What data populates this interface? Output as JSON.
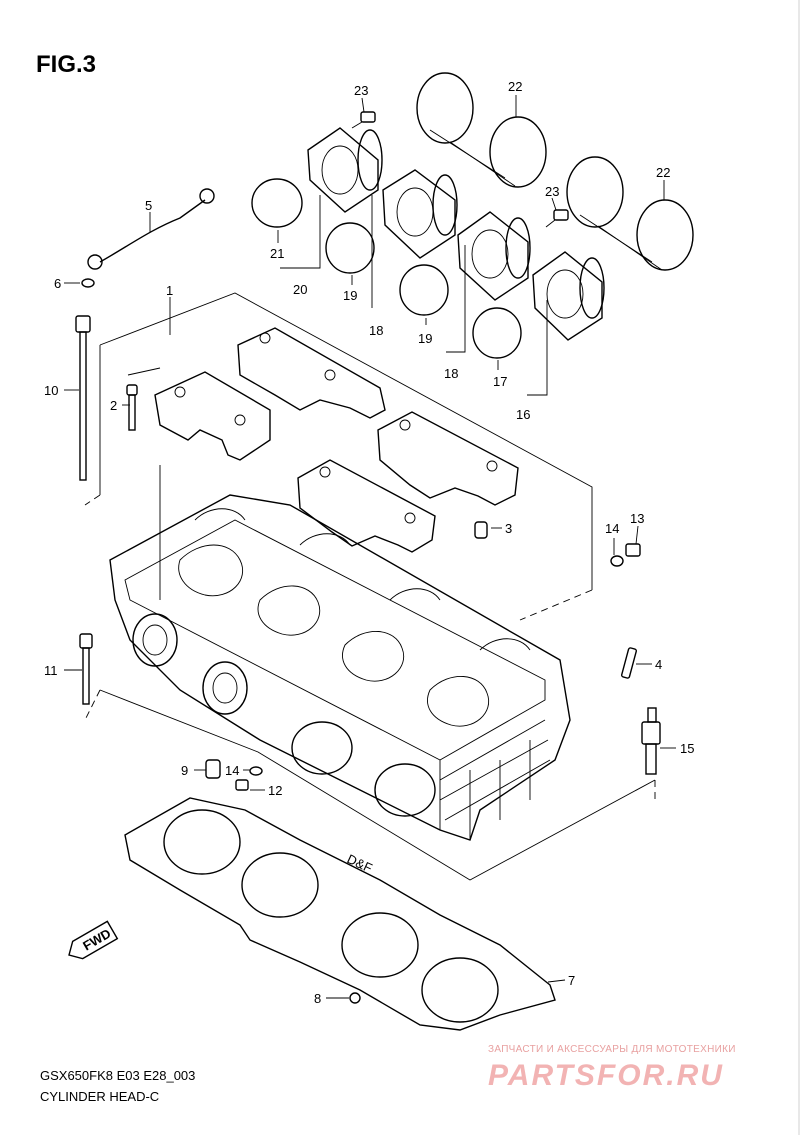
{
  "figure_title": "FIG.3",
  "callouts": [
    {
      "id": "c1",
      "text": "1"
    },
    {
      "id": "c2",
      "text": "2"
    },
    {
      "id": "c3",
      "text": "3"
    },
    {
      "id": "c4",
      "text": "4"
    },
    {
      "id": "c5",
      "text": "5"
    },
    {
      "id": "c6",
      "text": "6"
    },
    {
      "id": "c7",
      "text": "7"
    },
    {
      "id": "c8",
      "text": "8"
    },
    {
      "id": "c9",
      "text": "9"
    },
    {
      "id": "c10",
      "text": "10"
    },
    {
      "id": "c11",
      "text": "11"
    },
    {
      "id": "c12",
      "text": "12"
    },
    {
      "id": "c13",
      "text": "13"
    },
    {
      "id": "c14a",
      "text": "14"
    },
    {
      "id": "c14b",
      "text": "14"
    },
    {
      "id": "c15",
      "text": "15"
    },
    {
      "id": "c16",
      "text": "16"
    },
    {
      "id": "c17",
      "text": "17"
    },
    {
      "id": "c18a",
      "text": "18"
    },
    {
      "id": "c18b",
      "text": "18"
    },
    {
      "id": "c19a",
      "text": "19"
    },
    {
      "id": "c19b",
      "text": "19"
    },
    {
      "id": "c20",
      "text": "20"
    },
    {
      "id": "c21",
      "text": "21"
    },
    {
      "id": "c22a",
      "text": "22"
    },
    {
      "id": "c22b",
      "text": "22"
    },
    {
      "id": "c23a",
      "text": "23"
    },
    {
      "id": "c23b",
      "text": "23"
    }
  ],
  "fwd_label": "FWD",
  "gasket_mark": "D&F",
  "footer": {
    "model_code": "GSX650FK8 E03 E28_003",
    "section_name": "CYLINDER HEAD-C"
  },
  "watermark": {
    "tagline": "ЗАПЧАСТИ И АКСЕССУАРЫ ДЛЯ МОТОТЕХНИКИ",
    "brand": "PARTSFOR.RU",
    "color": "#f2b3b3"
  }
}
